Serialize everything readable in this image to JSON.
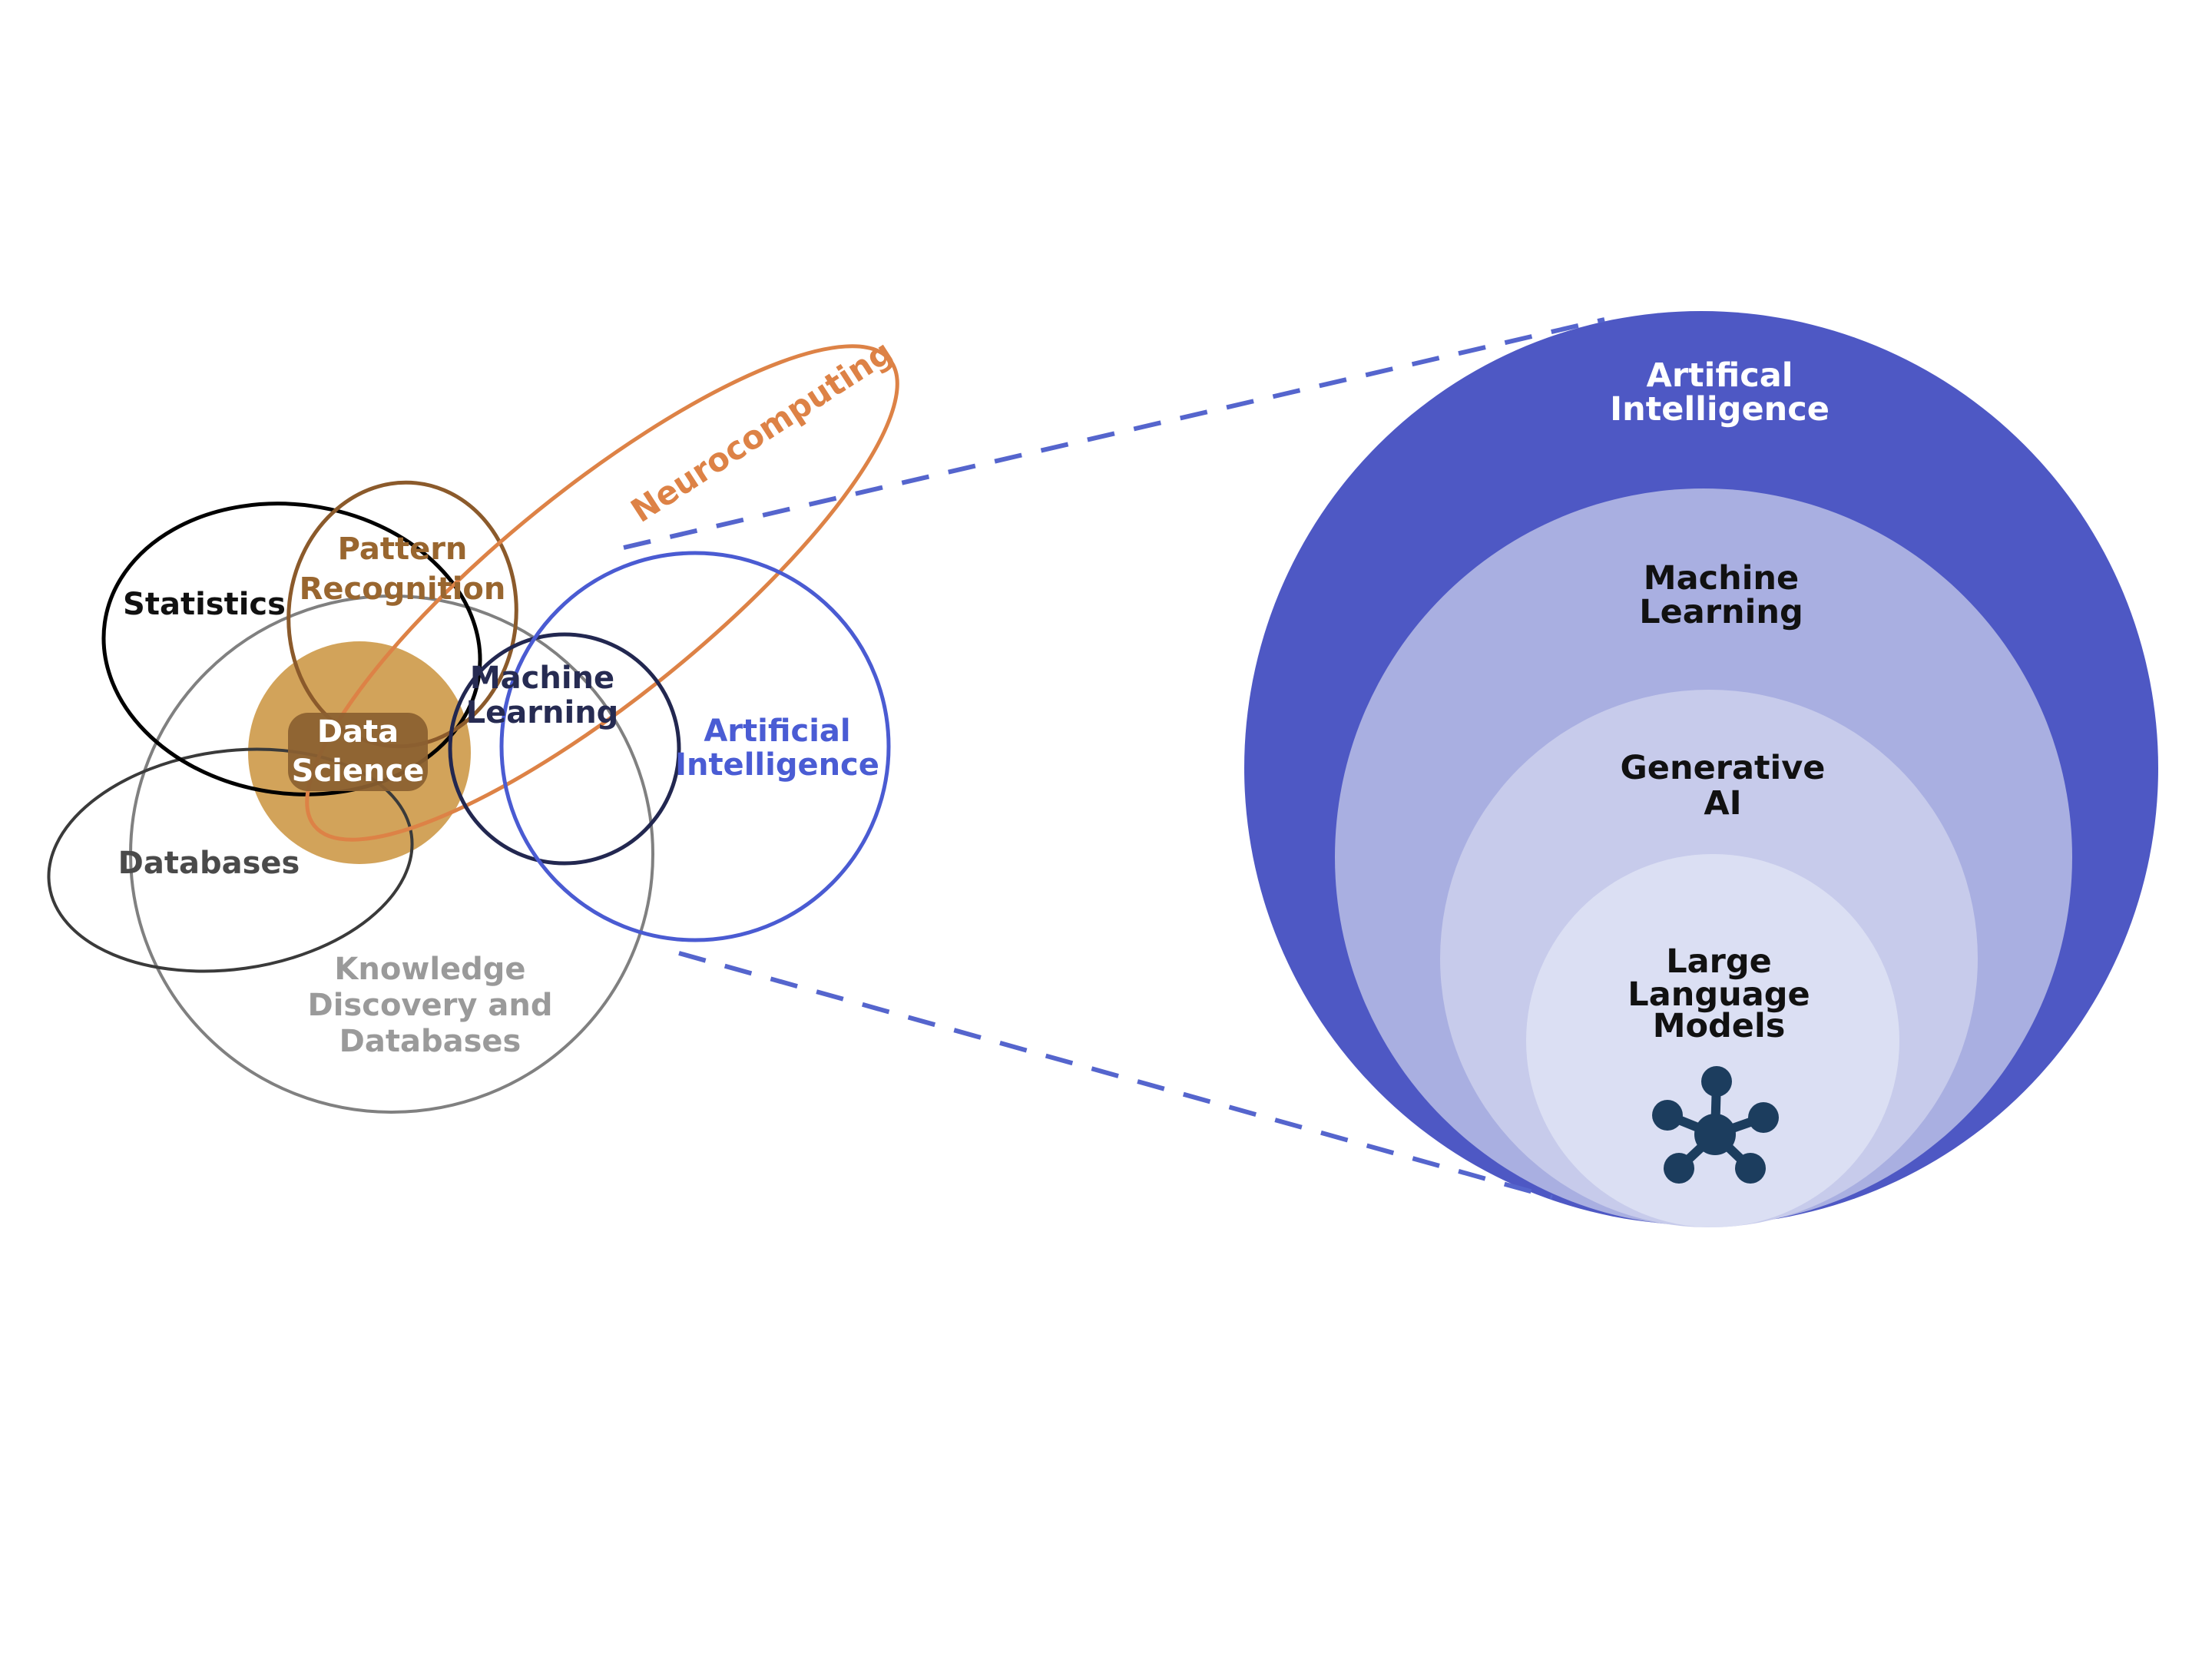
{
  "left_diagram": {
    "statistics": {
      "label": "Statistics",
      "stroke": "#000000",
      "color": "#111111"
    },
    "pattern_recognition": {
      "line1": "Pattern",
      "line2": "Recognition",
      "stroke": "#8B5A2B",
      "color": "#99662F"
    },
    "neurocomputing": {
      "label": "Neurocomputing",
      "stroke": "#DD8246",
      "color": "#DD8246"
    },
    "machine_learning": {
      "line1": "Machine",
      "line2": "Learning",
      "stroke": "#222750",
      "color": "#262B52"
    },
    "artificial_intelligence": {
      "line1": "Artificial",
      "line2": "Intelligence",
      "stroke": "#4A5BD2",
      "color": "#4A5CD4"
    },
    "databases": {
      "label": "Databases",
      "stroke": "#3A3A3A",
      "color": "#4A4A4A"
    },
    "knowledge_discovery": {
      "line1": "Knowledge",
      "line2": "Discovery and",
      "line3": "Databases",
      "stroke": "#808080",
      "color": "#9A9A9A"
    },
    "data_science": {
      "line1": "Data",
      "line2": "Science",
      "circle_fill": "#D2A35A",
      "box_fill": "#8B6030",
      "color": "#FFFFFF"
    }
  },
  "right_diagram": {
    "artificial_intelligence": {
      "line1": "Artifical",
      "line2": "Intelligence",
      "fill": "#4E58C4",
      "color": "#FFFFFF"
    },
    "machine_learning": {
      "line1": "Machine",
      "line2": "Learning",
      "fill": "#A9AFE1",
      "color": "#111111"
    },
    "generative_ai": {
      "line1": "Generative",
      "line2": "AI",
      "fill": "#C7CBEB",
      "color": "#111111"
    },
    "large_language_models": {
      "line1": "Large",
      "line2": "Language",
      "line3": "Models",
      "fill": "#DBDFF3",
      "color": "#111111"
    },
    "icon_name": "network-icon",
    "icon_color": "#1C3D5E"
  },
  "connector": {
    "color": "#5565CD",
    "style": "dashed"
  }
}
